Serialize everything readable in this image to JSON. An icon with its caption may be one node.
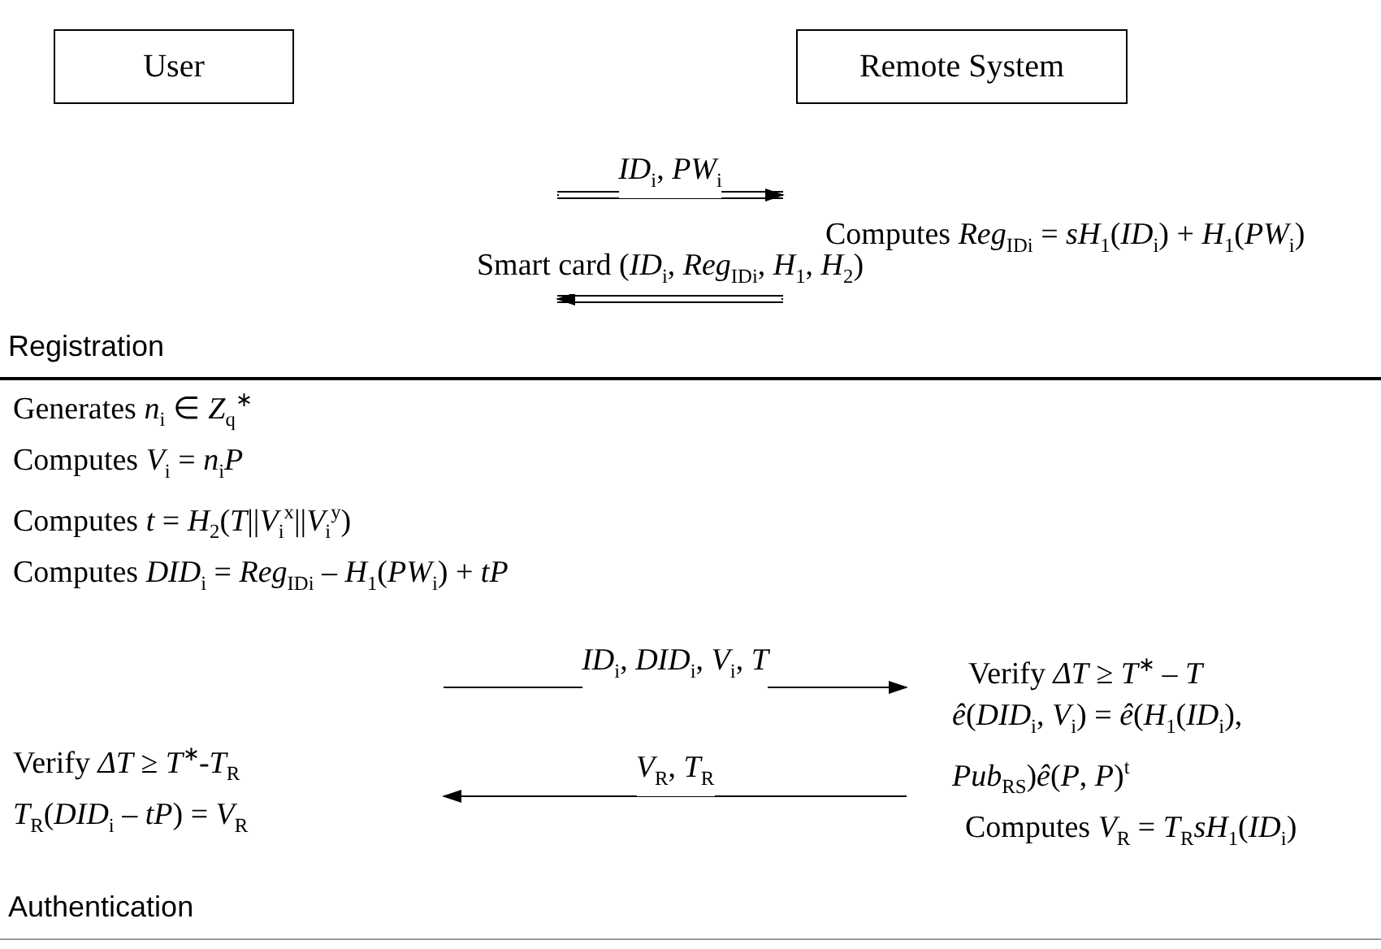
{
  "diagram": {
    "nodes": [
      {
        "text": [
          "User"
        ]
      },
      {
        "text": [
          "Remote System"
        ]
      },
      {
        "text": [
          "Computes *Reg*$_{IDi}$ = *sH*$_{1}$(*ID*$_{i}$) + *H*$_{1}$(*PW*$_{i}$)"
        ]
      },
      {
        "text": [
          "Generates *n*$_{i}$ ∈ *Z*$_{q}$$^{∗}$",
          "Computes *V*$_{i}$ = *n*$_{i}$*P*",
          "Computes *t* = *H*$_{2}$(*T*||*V*$_{i}$$^{x}$||*V*$_{i}$$^{y}$)",
          "Computes *DID*$_{i}$ = *Reg*$_{IDi}$ – *H*$_{1}$(*PW*$_{i}$) + *tP*"
        ]
      },
      {
        "text": [
          "Verify *ΔT* ≥ *T*$^{∗}$ – *T*",
          "*ê*(*DID*$_{i}$, *V*$_{i}$) = *ê*(*H*$_{1}$(*ID*$_{i}$), *Pub*$_{RS}$)*ê*(*P*, *P*)$^{t}$",
          "Computes *V*$_{R}$ = *T*$_{R}$*sH*$_{1}$(*ID*$_{i}$)"
        ]
      },
      {
        "text": [
          "Verify *ΔT* ≥ *T*$^{∗}$-*T*$_{R}$",
          "*T*$_{R}$(*DID*$_{i}$ – *tP*) = *V*$_{R}$"
        ]
      }
    ],
    "edges": [
      {
        "from": null,
        "to": 2,
        "arrow": "to",
        "label": "*ID*$_{i}$, *PW*$_{i}$"
      },
      {
        "from": 2,
        "to": null,
        "arrow": "to",
        "label": "Smart card (*ID*$_{i}$, *Reg*$_{IDi}$, *H*$_{1}$, *H*$_{2}$)"
      },
      {
        "from": null,
        "to": 4,
        "arrow": "to",
        "label": "*ID*$_{i}$, *DID*$_{i}$, *V*$_{i}$, *T*"
      },
      {
        "from": 4,
        "to": null,
        "arrow": "to",
        "label": "*V*$_{R}$, *T*$_{R}$"
      }
    ],
    "labels": [
      "Registration",
      "Authentication"
    ]
  }
}
